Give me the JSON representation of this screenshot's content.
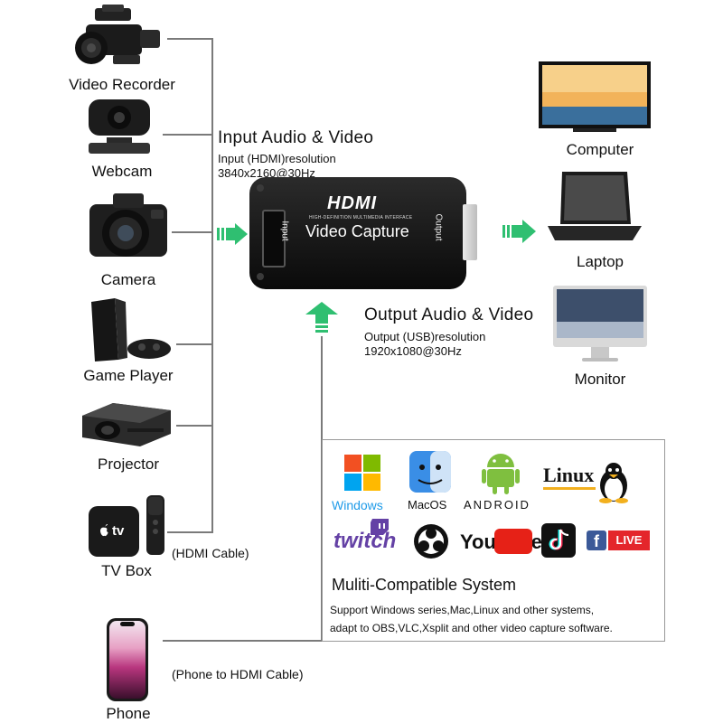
{
  "input_devices": [
    {
      "name": "Video Recorder"
    },
    {
      "name": "Webcam"
    },
    {
      "name": "Camera"
    },
    {
      "name": "Game Player"
    },
    {
      "name": "Projector"
    },
    {
      "name": "TV Box"
    },
    {
      "name": "Phone"
    }
  ],
  "tv_box_logo": "tv",
  "cable_labels": {
    "hdmi": "(HDMI Cable)",
    "phone": "(Phone to HDMI Cable)"
  },
  "input_spec": {
    "title": "Input Audio & Video",
    "line1": "Input (HDMI)resolution",
    "line2": "3840x2160@30Hz"
  },
  "output_spec": {
    "title": "Output Audio & Video",
    "line1": "Output (USB)resolution",
    "line2": "1920x1080@30Hz"
  },
  "device": {
    "brand": "HDMI",
    "brand_tagline": "HIGH-DEFINITION MULTIMEDIA INTERFACE",
    "product": "Video Capture",
    "port_in": "Input",
    "port_out": "Output"
  },
  "output_devices": [
    {
      "name": "Computer"
    },
    {
      "name": "Laptop"
    },
    {
      "name": "Monitor"
    }
  ],
  "compat": {
    "logos": [
      {
        "text": "Windows",
        "icon": "windows-icon"
      },
      {
        "text": "MacOS",
        "icon": "macos-finder-icon"
      },
      {
        "text": "ANDROID",
        "icon": "android-icon"
      },
      {
        "text": "Linux",
        "icon": "linux-tux-icon"
      },
      {
        "text": "twitch",
        "icon": "twitch-icon"
      },
      {
        "text": "",
        "icon": "obs-icon"
      },
      {
        "text": "YouTube",
        "icon": "youtube-icon"
      },
      {
        "text": "",
        "icon": "tiktok-icon"
      },
      {
        "text": "LIVE",
        "icon": "facebook-live-icon"
      }
    ],
    "title": "Muliti-Compatible System",
    "desc1": "Support Windows series,Mac,Linux and other systems,",
    "desc2": "adapt to OBS,VLC,Xsplit and other video capture software."
  },
  "colors": {
    "arrow_green": "#2fbf71",
    "line_gray": "#7a7a7a",
    "windows_blue": "#1f9be8",
    "android_green": "#7fbf3f",
    "twitch_purple": "#6441a5",
    "youtube_red": "#e62117",
    "facebook_blue": "#3b5998",
    "live_red": "#e4262b"
  }
}
